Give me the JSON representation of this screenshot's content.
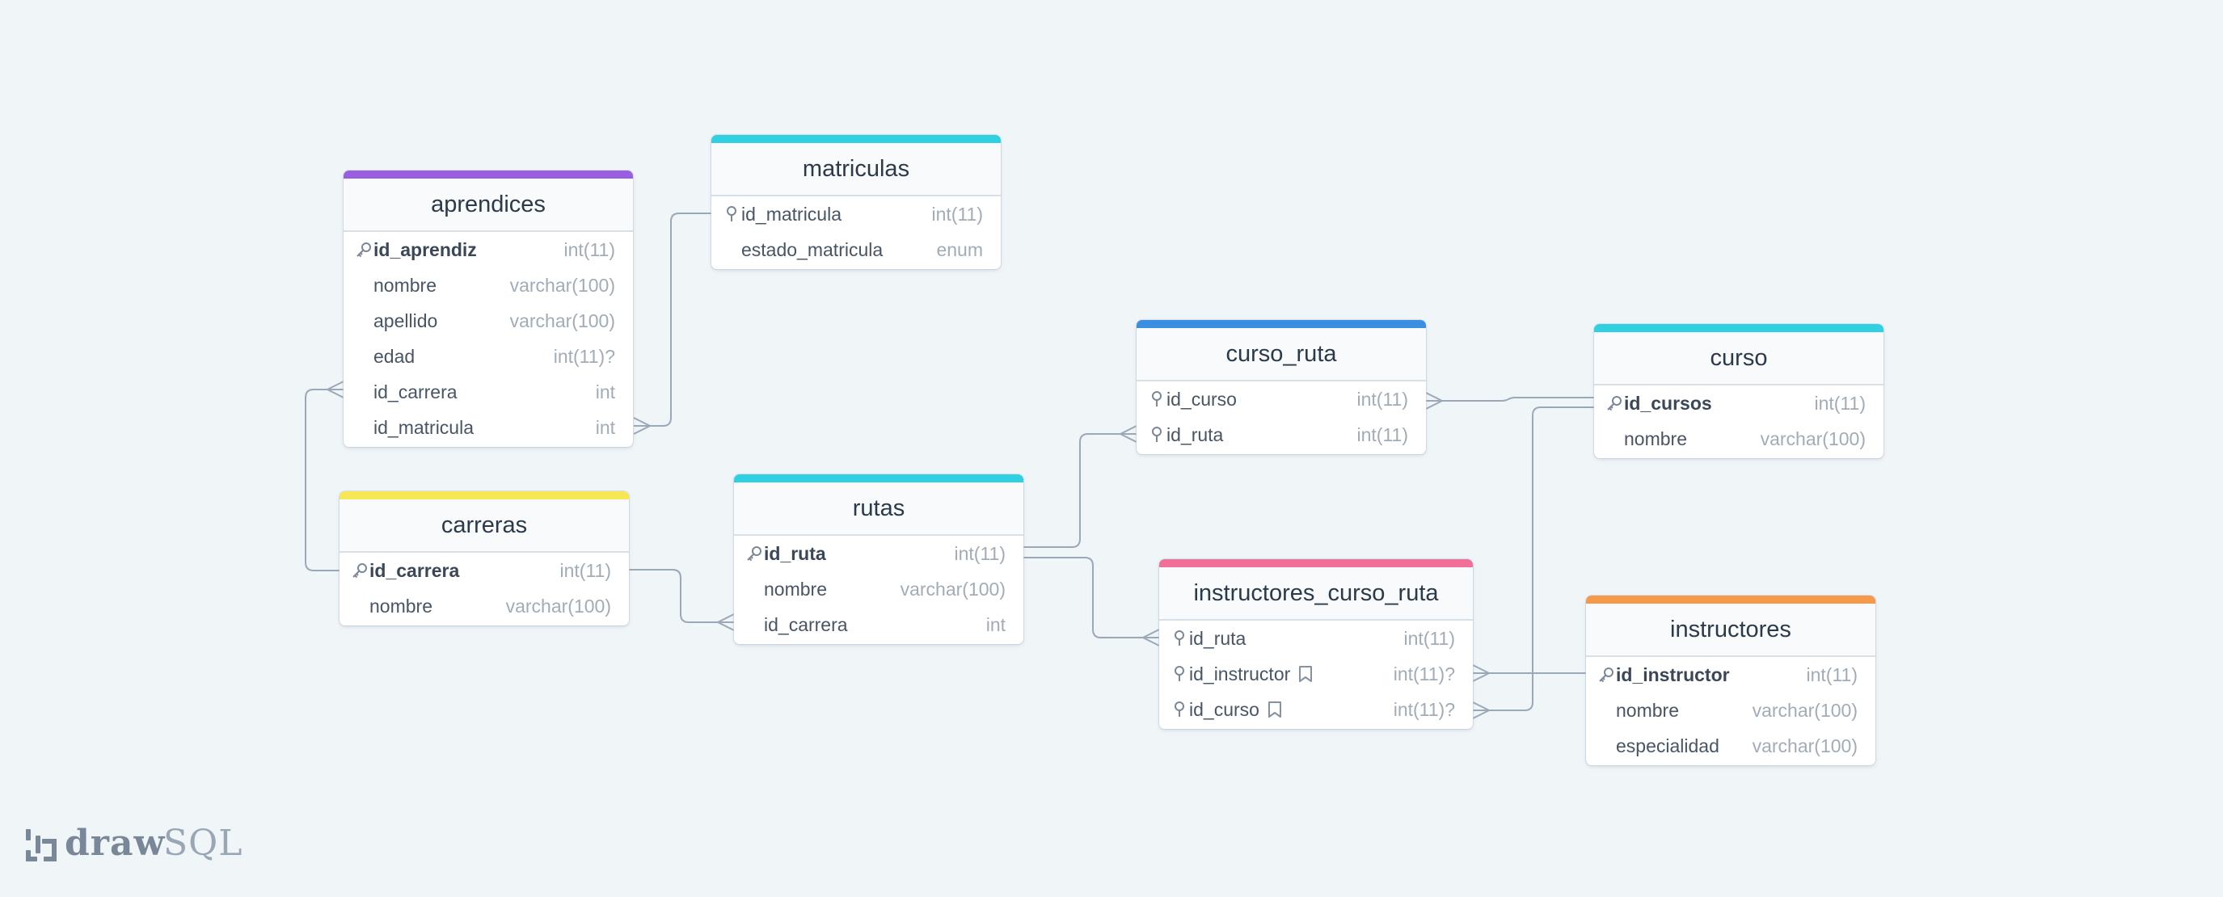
{
  "tables": {
    "aprendices": {
      "name": "aprendices",
      "color": "#9a5ee0",
      "columns": [
        {
          "name": "id_aprendiz",
          "type": "int(11)",
          "key": "primary"
        },
        {
          "name": "nombre",
          "type": "varchar(100)",
          "key": "none"
        },
        {
          "name": "apellido",
          "type": "varchar(100)",
          "key": "none"
        },
        {
          "name": "edad",
          "type": "int(11)?",
          "key": "none"
        },
        {
          "name": "id_carrera",
          "type": "int",
          "key": "none"
        },
        {
          "name": "id_matricula",
          "type": "int",
          "key": "none"
        }
      ]
    },
    "matriculas": {
      "name": "matriculas",
      "color": "#2ed0e2",
      "columns": [
        {
          "name": "id_matricula",
          "type": "int(11)",
          "key": "foreign"
        },
        {
          "name": "estado_matricula",
          "type": "enum",
          "key": "none"
        }
      ]
    },
    "carreras": {
      "name": "carreras",
      "color": "#f7e755",
      "columns": [
        {
          "name": "id_carrera",
          "type": "int(11)",
          "key": "primary"
        },
        {
          "name": "nombre",
          "type": "varchar(100)",
          "key": "none"
        }
      ]
    },
    "rutas": {
      "name": "rutas",
      "color": "#2ed0e2",
      "columns": [
        {
          "name": "id_ruta",
          "type": "int(11)",
          "key": "primary"
        },
        {
          "name": "nombre",
          "type": "varchar(100)",
          "key": "none"
        },
        {
          "name": "id_carrera",
          "type": "int",
          "key": "none"
        }
      ]
    },
    "curso_ruta": {
      "name": "curso_ruta",
      "color": "#3b8fe0",
      "columns": [
        {
          "name": "id_curso",
          "type": "int(11)",
          "key": "foreign"
        },
        {
          "name": "id_ruta",
          "type": "int(11)",
          "key": "foreign"
        }
      ]
    },
    "curso": {
      "name": "curso",
      "color": "#2ed0e2",
      "columns": [
        {
          "name": "id_cursos",
          "type": "int(11)",
          "key": "primary"
        },
        {
          "name": "nombre",
          "type": "varchar(100)",
          "key": "none"
        }
      ]
    },
    "instructores_curso_ruta": {
      "name": "instructores_curso_ruta",
      "color": "#f0709a",
      "columns": [
        {
          "name": "id_ruta",
          "type": "int(11)",
          "key": "foreign"
        },
        {
          "name": "id_instructor",
          "type": "int(11)?",
          "key": "foreign",
          "index": true
        },
        {
          "name": "id_curso",
          "type": "int(11)?",
          "key": "foreign",
          "index": true
        }
      ]
    },
    "instructores": {
      "name": "instructores",
      "color": "#f59a4a",
      "columns": [
        {
          "name": "id_instructor",
          "type": "int(11)",
          "key": "primary"
        },
        {
          "name": "nombre",
          "type": "varchar(100)",
          "key": "none"
        },
        {
          "name": "especialidad",
          "type": "varchar(100)",
          "key": "none"
        }
      ]
    }
  },
  "brand": {
    "part1": "draw",
    "part2": "SQL"
  },
  "colors": {
    "connector": "#9aa8b8",
    "background": "#f0f5f8"
  }
}
